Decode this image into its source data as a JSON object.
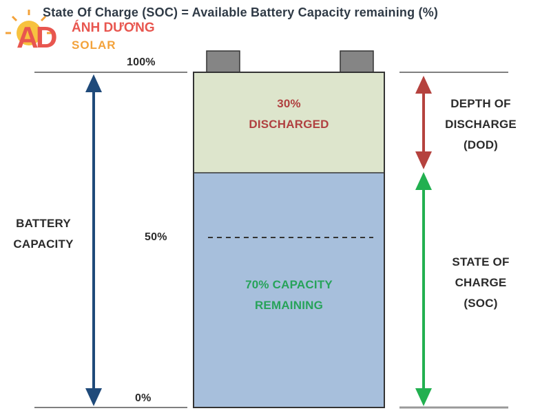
{
  "title": "State Of Charge (SOC)  =  Available Battery Capacity remaining (%)",
  "logo": {
    "mark": "AD",
    "name": "ÁNH DƯƠNG",
    "sub": "SOLAR"
  },
  "levels": {
    "top": "100%",
    "mid": "50%",
    "bottom": "0%"
  },
  "left_label": {
    "line1": "BATTERY",
    "line2": "CAPACITY"
  },
  "battery": {
    "discharged": {
      "line1": "30%",
      "line2": "DISCHARGED",
      "color": "#b04040",
      "fill": "#dde5cc"
    },
    "remaining": {
      "line1": "70% CAPACITY",
      "line2": "REMAINING",
      "color": "#27a35a",
      "fill": "#a7bfdc"
    },
    "discharged_fraction": 0.3
  },
  "right_top": {
    "line1": "DEPTH OF",
    "line2": "DISCHARGE",
    "line3": "(DOD)"
  },
  "right_bottom": {
    "line1": "STATE OF",
    "line2": "CHARGE",
    "line3": "(SOC)"
  },
  "colors": {
    "capacity_arrow": "#1f4a7a",
    "dod_arrow": "#b5423e",
    "soc_arrow": "#22b050"
  }
}
